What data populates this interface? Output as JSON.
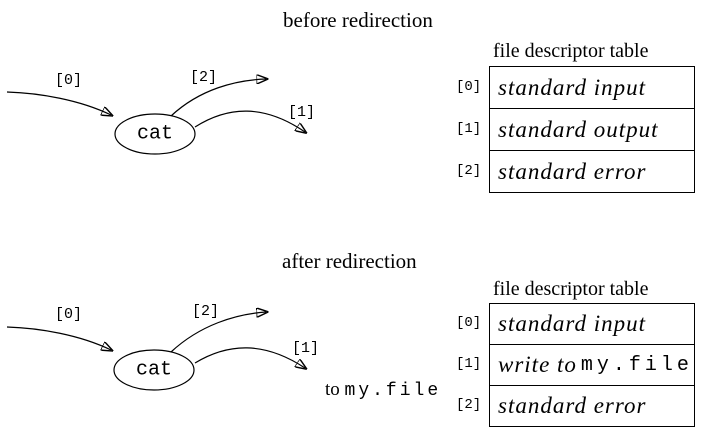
{
  "page": {
    "background_color": "#ffffff",
    "line_color": "#000000"
  },
  "before": {
    "title": "before redirection",
    "diagram": {
      "process": "cat",
      "fd0": "[0]",
      "fd1": "[1]",
      "fd2": "[2]"
    },
    "table": {
      "header": "file descriptor table",
      "rows": [
        {
          "index": "[0]",
          "value": "standard input",
          "mono_value": ""
        },
        {
          "index": "[1]",
          "value": "standard output",
          "mono_value": ""
        },
        {
          "index": "[2]",
          "value": "standard error",
          "mono_value": ""
        }
      ]
    }
  },
  "after": {
    "title": "after redirection",
    "diagram": {
      "process": "cat",
      "fd0": "[0]",
      "fd1": "[1]",
      "fd2": "[2]",
      "annotation_prefix": "to ",
      "annotation_file": "my.file"
    },
    "table": {
      "header": "file descriptor table",
      "rows": [
        {
          "index": "[0]",
          "value": "standard input",
          "mono_value": ""
        },
        {
          "index": "[1]",
          "value": "write to",
          "mono_value": "my.file"
        },
        {
          "index": "[2]",
          "value": "standard error",
          "mono_value": ""
        }
      ]
    }
  }
}
